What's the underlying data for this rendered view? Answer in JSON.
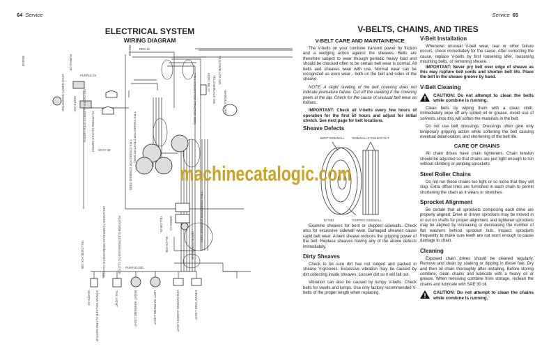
{
  "left_page": {
    "page_number": "64",
    "section": "Service",
    "title": "ELECTRICAL SYSTEM",
    "subtitle": "WIRING DIAGRAM",
    "diagram_labels": {
      "purple28": "PURPLE-28",
      "purple29": "PURPLE-29",
      "gray29": "GRAY-29",
      "red18": "RED-18",
      "red18b": "RED-18",
      "yb16d": "YELLOW/BLACK-16D",
      "yb16e": "YELLOW/BLACK-16E",
      "horn": "WARNING HORN",
      "relay": "HORN RELAY",
      "pin_tractor": "7 PIN CONNECTOR (TRACTOR SIDE)",
      "pin_combine": "7 PIN CONNECTOR (COMBINE SIDE)",
      "pin_tractor2": "7 PIN CONNECTOR (TRACTOR SIDE)",
      "pin_combine2": "7 PIN CONNECTOR (COMBINE SIDE)",
      "unl_light": "UNLOADING AUGER LIGHT",
      "white10c": "WHITE-10C",
      "unl_switch": "UNLOADING AUGER CLUTCH SWITCH",
      "plat_switch": "PLATFORM CLUTCH SWITCH",
      "unl_clutch": "UNLOADING AUGER ELECTROMAGNETIC CLUTCH",
      "plat_clutch": "PLATFORM ELECTROMAGNETIC CLUTCH",
      "purple28d": "PURPLE-28D",
      "yb16b": "YELLOW/BLACK-16B",
      "white10": "WHITE-10",
      "tail": "TAIL LIGHT",
      "right_warn": "RIGHT WARNING LIGHT",
      "left_warn": "LEFT WARNING LIGHT",
      "unl_light2": "UNLOADING AUGER LIGHT",
      "grain_light": "GRAIN TANK LIGHT",
      "sep_frame": "SEPARATOR FRAME",
      "black22b": "BLACK-22B",
      "yellow25": "YELLOW-25",
      "green24": "GREEN-24",
      "straw": "STRAW WALKER ALARM SWITCH",
      "code": "M54046"
    }
  },
  "right_page": {
    "page_number": "65",
    "section": "Service",
    "title": "V-BELTS, CHAINS, AND TIRES",
    "left_column": {
      "heading": "V-BELT CARE AND MAINTAINENCE",
      "p1": "The V-belts on your combine transmit power by friction and a wedging action against the sheaves. Belts are therefore subject to wear through periodic heavy load and should be checked often to be certain belt wear is normal. All belts and sheaves wear with use. Normal wear can be recognized as even wear - both on the belt and sides of the sheave.",
      "note": "NOTE: A slight raveling of the belt covering does not indicate premature failure. Cut off the raveling if the covering peels at the lap. Check for the cause of unusual belt wear as follows:",
      "important": "IMPORTANT: Check all V-belts every few hours of operation for the first 50 hours and adjust for initial stretch. See next page for belt locations.",
      "sheave_heading": "Sheave Defects",
      "figure": {
        "bent": "BENT SIDEWALL",
        "dished": "SIDEWALLS DISHED OUT",
        "chipped": "CHIPPED SIDEWALL",
        "code": "M 7651"
      },
      "p_examine": "Examine sheaves for bent or chipped sidewalls. Check also for excessive sidewall wear. Damaged sheaves cause rapid belt wear. A bent sheave reduces the gripping power of the belt. Replace sheaves having any of the above defects immediately.",
      "dirty_heading": "Dirty Sheaves",
      "p_dirty1": "Check to be sure dirt has not lodged and packed in sheave V-grooves. Excessive vibration may be caused by dirt collecting inside sheaves. Loosen dirt so it will fall out.",
      "p_dirty2": "Vibration can also be caused by lumpy V-belts. Check belts for swells and lumps. Use only factory recommended V-belts of the proper length when replacing."
    },
    "right_column": {
      "install_heading": "V-Belt Installation",
      "p_install": "Whenever unusual V-belt wear, tear or other failure occurs, check immediately for the cause. After correcting the cause, replace V-belts by first loosening idler, loosening mounting bolts, or removing sheave.",
      "important_install": "IMPORTANT: Never pry belt over edge of sheave as this may rupture belt cords and shorten belt life. Place the belt in the sheave groove by hand.",
      "cleaning_heading": "V-Belt Cleaning",
      "caution1": "CAUTION: Do not attempt to clean the belts while combine is running.",
      "p_clean1": "Clean belts by wiping them with a clean cloth. Immediately wipe off any spilled oil or grease. Avoid use of solvents since this will soften the materials in the belt.",
      "p_clean2": "Do not use belt dressings. Dressings often give only temporary gripping action while softening the belt causing eventual deterioration, and shortening of the belt life.",
      "chains_heading": "CARE OF CHAINS",
      "p_chains": "All chain drives have chain tighteners. Chain tension should be adjusted so that chains are just tight enough to run without climbing or jumping sprockets.",
      "roller_heading": "Steel Roller Chains",
      "p_roller": "Do not run these chains too tight or so loose that they will slap. Extra offset links are furnished in each chain to permit shortening the chain as it wears or stretches.",
      "sprocket_heading": "Sprocket Alignment",
      "p_sprocket": "Be certain that all sprockets composing each drive are properly aligned. Drive or driven sprockets may be moved in or out on shafts for proper alignment, and tightener sprockets may be aligned by increasing or decreasing the number of flat washers behind sprocket hub. Inspect sprockets frequently to make sure teeth are not worn enough to cause damage to chain.",
      "chain_clean_heading": "Cleaning",
      "p_chain_clean": "Exposed chain drives should be cleaned regularly. Remove and clean by soaking or dipping in diesel fuel. Dry and then oil chain thoroughly after installing. Before storing combine, clean chains and lubricate with a heavy oil or grease. When removing combine from storage, reclean the chains and lubricate with SAE 30 oil.",
      "caution2": "CAUTION: Do not attempt to clean the chains while combine is running."
    }
  },
  "watermark": "machinecatalogic.com",
  "colors": {
    "watermark": "#c9a227",
    "text": "#222222"
  }
}
